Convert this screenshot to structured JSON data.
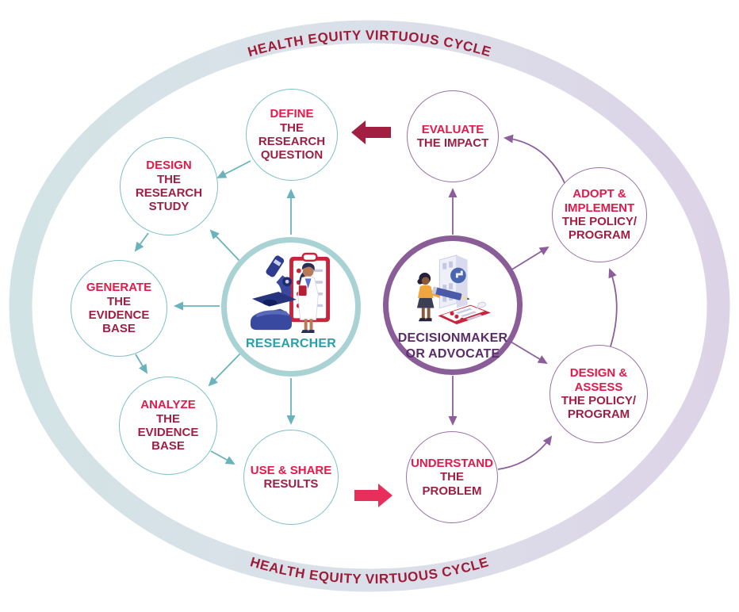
{
  "titles": {
    "top": "HEALTH EQUITY VIRTUOUS CYCLE",
    "bottom": "HEALTH EQUITY VIRTUOUS CYCLE"
  },
  "researcher_cycle": {
    "hub": {
      "label": "RESEARCHER"
    },
    "nodes": [
      {
        "id": "define",
        "highlight": "DEFINE",
        "rest": "THE RESEARCH QUESTION"
      },
      {
        "id": "design",
        "highlight": "DESIGN",
        "rest": "THE RESEARCH STUDY"
      },
      {
        "id": "generate",
        "highlight": "GENERATE",
        "rest": "THE EVIDENCE BASE"
      },
      {
        "id": "analyze",
        "highlight": "ANALYZE",
        "rest": "THE EVIDENCE BASE"
      },
      {
        "id": "use_share",
        "highlight": "USE & SHARE",
        "rest": "RESULTS"
      }
    ],
    "connections": [
      "researcher->define",
      "researcher->design",
      "researcher->generate",
      "researcher->analyze",
      "researcher->use_share",
      "define->design",
      "design->generate",
      "generate->analyze",
      "analyze->use_share"
    ]
  },
  "decisionmaker_cycle": {
    "hub": {
      "label": "DECISIONMAKER OR ADVOCATE"
    },
    "nodes": [
      {
        "id": "evaluate",
        "highlight": "EVALUATE",
        "rest": "THE IMPACT"
      },
      {
        "id": "adopt",
        "highlight": "ADOPT & IMPLEMENT",
        "rest": "THE POLICY/ PROGRAM"
      },
      {
        "id": "design_assess",
        "highlight": "DESIGN & ASSESS",
        "rest": "THE POLICY/ PROGRAM"
      },
      {
        "id": "understand",
        "highlight": "UNDERSTAND",
        "rest": "THE PROBLEM"
      }
    ],
    "connections": [
      "decisionmaker->evaluate",
      "decisionmaker->adopt",
      "decisionmaker->design_assess",
      "decisionmaker->understand",
      "understand->design_assess",
      "design_assess->adopt",
      "adopt->evaluate"
    ]
  },
  "big_arrows": {
    "top": {
      "from": "evaluate",
      "to": "define",
      "direction": "left",
      "color": "#A21F42"
    },
    "bottom": {
      "from": "use_share",
      "to": "understand",
      "direction": "right",
      "color": "#E82F5B"
    }
  },
  "colors": {
    "highlight_text": "#E3194B",
    "dark_text": "#9D2044",
    "title_text": "#9E1C38",
    "teal_line": "#6AB3BD",
    "teal_node_border": "#7EC0C7",
    "researcher_hub_border": "#A9D2D4",
    "researcher_label": "#2B9FA8",
    "purple_line": "#8C5F9C",
    "purple_node_border": "#9A71A9",
    "decisionmaker_hub_border": "#8A5C98",
    "decisionmaker_label": "#5A2C68",
    "ring_left": "#D2E3E5",
    "ring_middle": "#DAE1E9",
    "ring_right": "#DDD3E7"
  }
}
